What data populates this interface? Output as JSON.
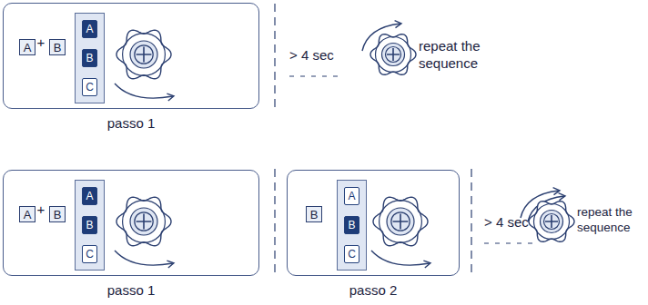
{
  "diagram": {
    "nodes": [
      {
        "text": [
          "passo 1"
        ]
      },
      {
        "text": [
          "A"
        ],
        "in": 0
      },
      {
        "text": [
          "B"
        ],
        "in": 0
      },
      {
        "text": [
          "A"
        ],
        "in": 0
      },
      {
        "text": [
          "B"
        ],
        "in": 0
      },
      {
        "text": [
          "C"
        ],
        "in": 0
      },
      {
        "text": [
          "passo 1"
        ]
      },
      {
        "text": [
          "A"
        ],
        "in": 6
      },
      {
        "text": [
          "B"
        ],
        "in": 6
      },
      {
        "text": [
          "A"
        ],
        "in": 6
      },
      {
        "text": [
          "B"
        ],
        "in": 6
      },
      {
        "text": [
          "C"
        ],
        "in": 6
      },
      {
        "text": [
          "passo 2"
        ]
      },
      {
        "text": [
          "B"
        ],
        "in": 12
      },
      {
        "text": [
          "A"
        ],
        "in": 12
      },
      {
        "text": [
          "B"
        ],
        "in": 12
      },
      {
        "text": [
          "C"
        ],
        "in": 12
      }
    ],
    "labels": [
      "+",
      "+",
      "> 4 sec",
      "repeat the sequence",
      "> 4 sec",
      "repeat the sequence"
    ]
  }
}
